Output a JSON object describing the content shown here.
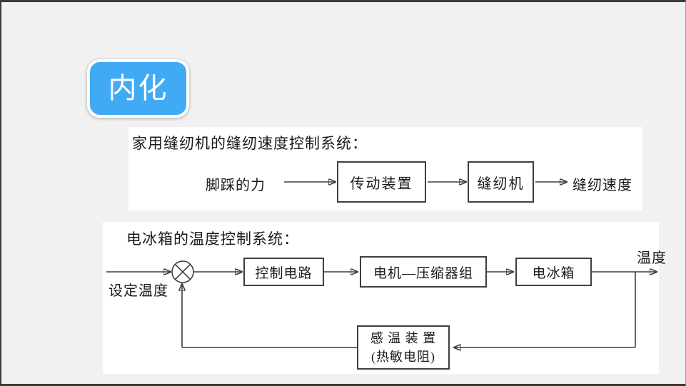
{
  "badge": {
    "label": "内化",
    "color": "#41aaf5"
  },
  "diagram1": {
    "title": "家用缝纫机的缝纫速度控制系统：",
    "input_label": "脚踩的力",
    "blocks": [
      "传动装置",
      "缝纫机"
    ],
    "output_label": "缝纫速度"
  },
  "diagram2": {
    "title": "电冰箱的温度控制系统：",
    "input_label": "设定温度",
    "blocks": [
      "控制电路",
      "电机—压缩器组",
      "电冰箱"
    ],
    "feedback_block": {
      "line1": "感 温 装 置",
      "line2": "(热敏电阻)"
    },
    "output_label": "温度"
  },
  "colors": {
    "badge_blue": "#41aaf5",
    "slide_background": "#f1f1f1",
    "panel_background": "#ffffff",
    "stroke": "#3f3f3f"
  }
}
